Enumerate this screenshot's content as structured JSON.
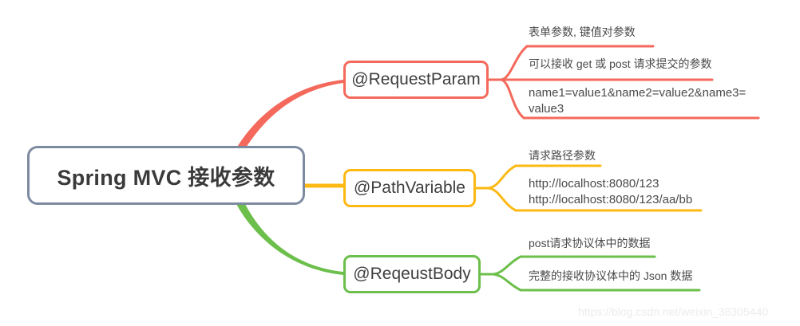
{
  "diagram": {
    "title": "Spring MVC 接收参数",
    "colors": {
      "root_border": "#7d8ba0",
      "request_param": "#f4695b",
      "path_variable": "#fdb813",
      "request_body": "#6cbf4b",
      "text": "#4a4a4a",
      "watermark": "#ececec",
      "background": "#ffffff"
    },
    "root": {
      "label": "Spring MVC 接收参数"
    },
    "branches": [
      {
        "id": "request-param",
        "label": "@RequestParam",
        "color": "#f4695b",
        "leaves": [
          "表单参数, 键值对参数",
          "可以接收 get 或 post 请求提交的参数",
          "name1=value1&name2=value2&name3=\nvalue3"
        ]
      },
      {
        "id": "path-variable",
        "label": "@PathVariable",
        "color": "#fdb813",
        "leaves": [
          "请求路径参数",
          "http://localhost:8080/123\nhttp://localhost:8080/123/aa/bb"
        ]
      },
      {
        "id": "request-body",
        "label": "@ReqeustBody",
        "color": "#6cbf4b",
        "leaves": [
          "post请求协议体中的数据",
          "完整的接收协议体中的 Json 数据"
        ]
      }
    ],
    "watermark": "https://blog.csdn.net/weixin_38305440"
  }
}
